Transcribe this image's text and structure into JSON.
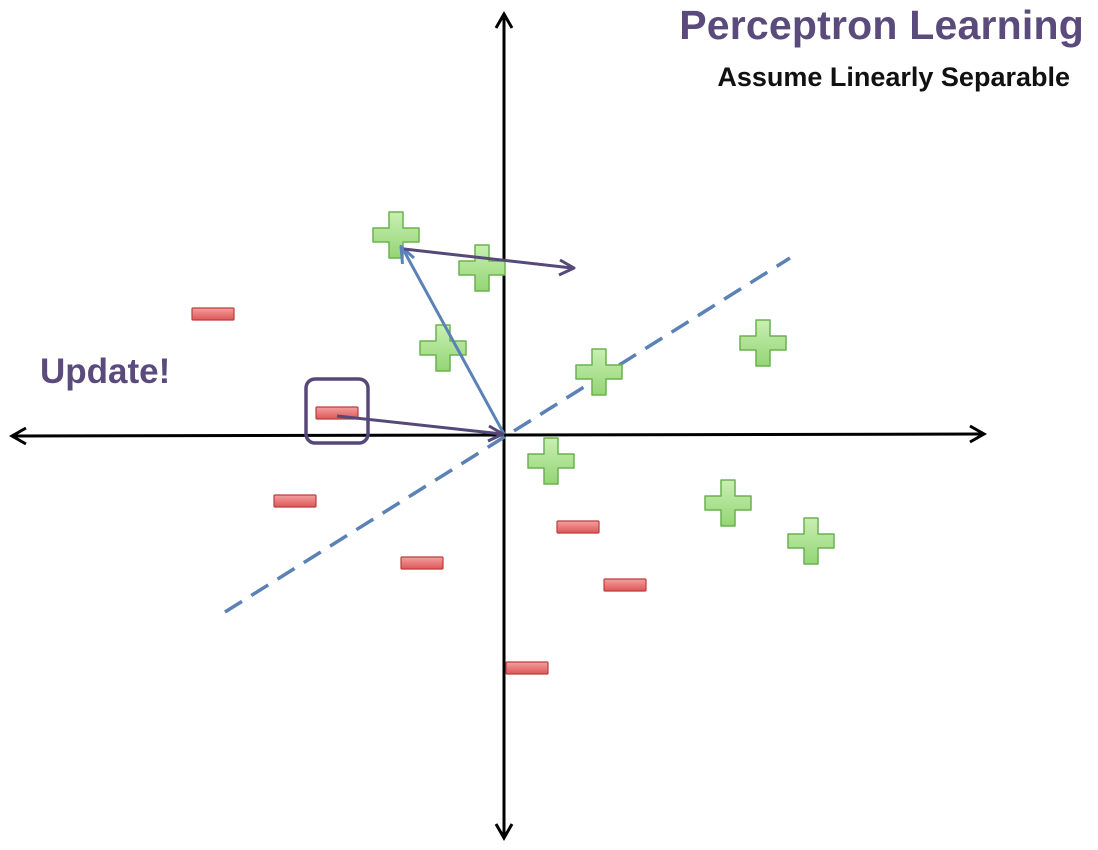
{
  "title": "Perceptron Learning",
  "subtitle": "Assume Linearly Separable",
  "annotation": "Update!",
  "colors": {
    "title": "#5a4b7c",
    "subtitle": "#111111",
    "axis": "#000000",
    "positive_fill": "#a4de86",
    "positive_stroke": "#6ab24f",
    "negative_fill": "#e86464",
    "negative_stroke": "#bb3e3e",
    "boundary": "#5b82b6",
    "weight_vector": "#5b82b6",
    "update_vector": "#56497a",
    "highlight_box": "#56497a"
  },
  "markers": {
    "positive_icon": "plus-icon",
    "negative_icon": "minus-icon"
  }
}
